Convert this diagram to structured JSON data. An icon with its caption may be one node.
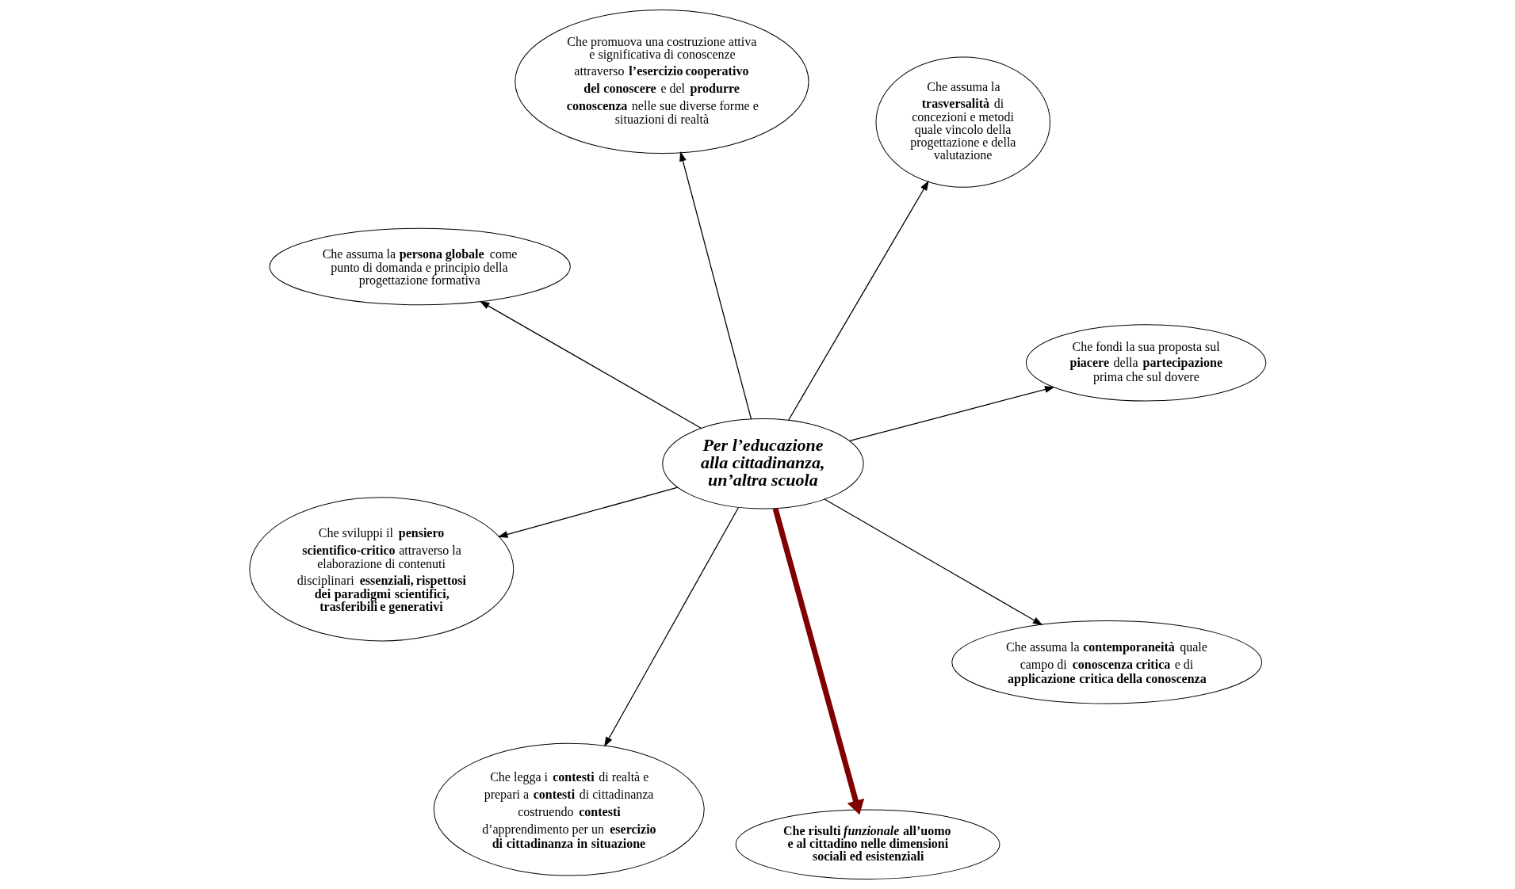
{
  "diagram": {
    "nodes": [
      {
        "text": [
          "Per l’educazione alla cittadinanza, un’altra scuola"
        ]
      },
      {
        "text": [
          "Che fondi la sua proposta sul **piacere** della **partecipazione** prima che sul dovere"
        ]
      },
      {
        "text": [
          "Che legga i **contesti** di realtà e prepari a **contesti** di cittadinanza costruendo **contesti** d’apprendimento per un **esercizio di cittadinanza in situazione**"
        ]
      },
      {
        "text": [
          "Che assuma la **persona globale** come punto di domanda e principio della progettazione formativa"
        ]
      },
      {
        "text": [
          "Che assuma la **trasversalità** di concezioni e metodi quale vincolo della progettazione e della valutazione"
        ]
      },
      {
        "text": [
          "Che promuova una costruzione attiva e significativa di conoscenze attraverso **l’esercizio cooperativo del conoscere** e del **produrre conoscenza** nelle sue diverse forme e situazioni di realtà"
        ]
      },
      {
        "text": [
          "Che sviluppi il **pensiero scientifico-critico** attraverso la elaborazione di contenuti disciplinari **essenziali, rispettosi dei paradigmi scientifici, trasferibili e generativi**"
        ]
      },
      {
        "text": [
          "Che assuma la **contemporaneità** quale campo di **conoscenza critica** e di **applicazione critica della conoscenza**"
        ]
      },
      {
        "text": [
          "Che risulti *funzionale* all’uomo e al cittadino nelle dimensioni sociali ed esistenziali"
        ]
      }
    ],
    "edges": [
      {
        "from": 0,
        "to": 1,
        "arrow": "to"
      },
      {
        "from": 0,
        "to": 2,
        "arrow": "to"
      },
      {
        "from": 0,
        "to": 3,
        "arrow": "to"
      },
      {
        "from": 0,
        "to": 4,
        "arrow": "to"
      },
      {
        "from": 0,
        "to": 5,
        "arrow": "to"
      },
      {
        "from": 0,
        "to": 6,
        "arrow": "to"
      },
      {
        "from": 0,
        "to": 7,
        "arrow": "to"
      },
      {
        "from": 0,
        "to": 8,
        "arrow": "to",
        "style": "thick",
        "color": "#800000"
      }
    ]
  }
}
